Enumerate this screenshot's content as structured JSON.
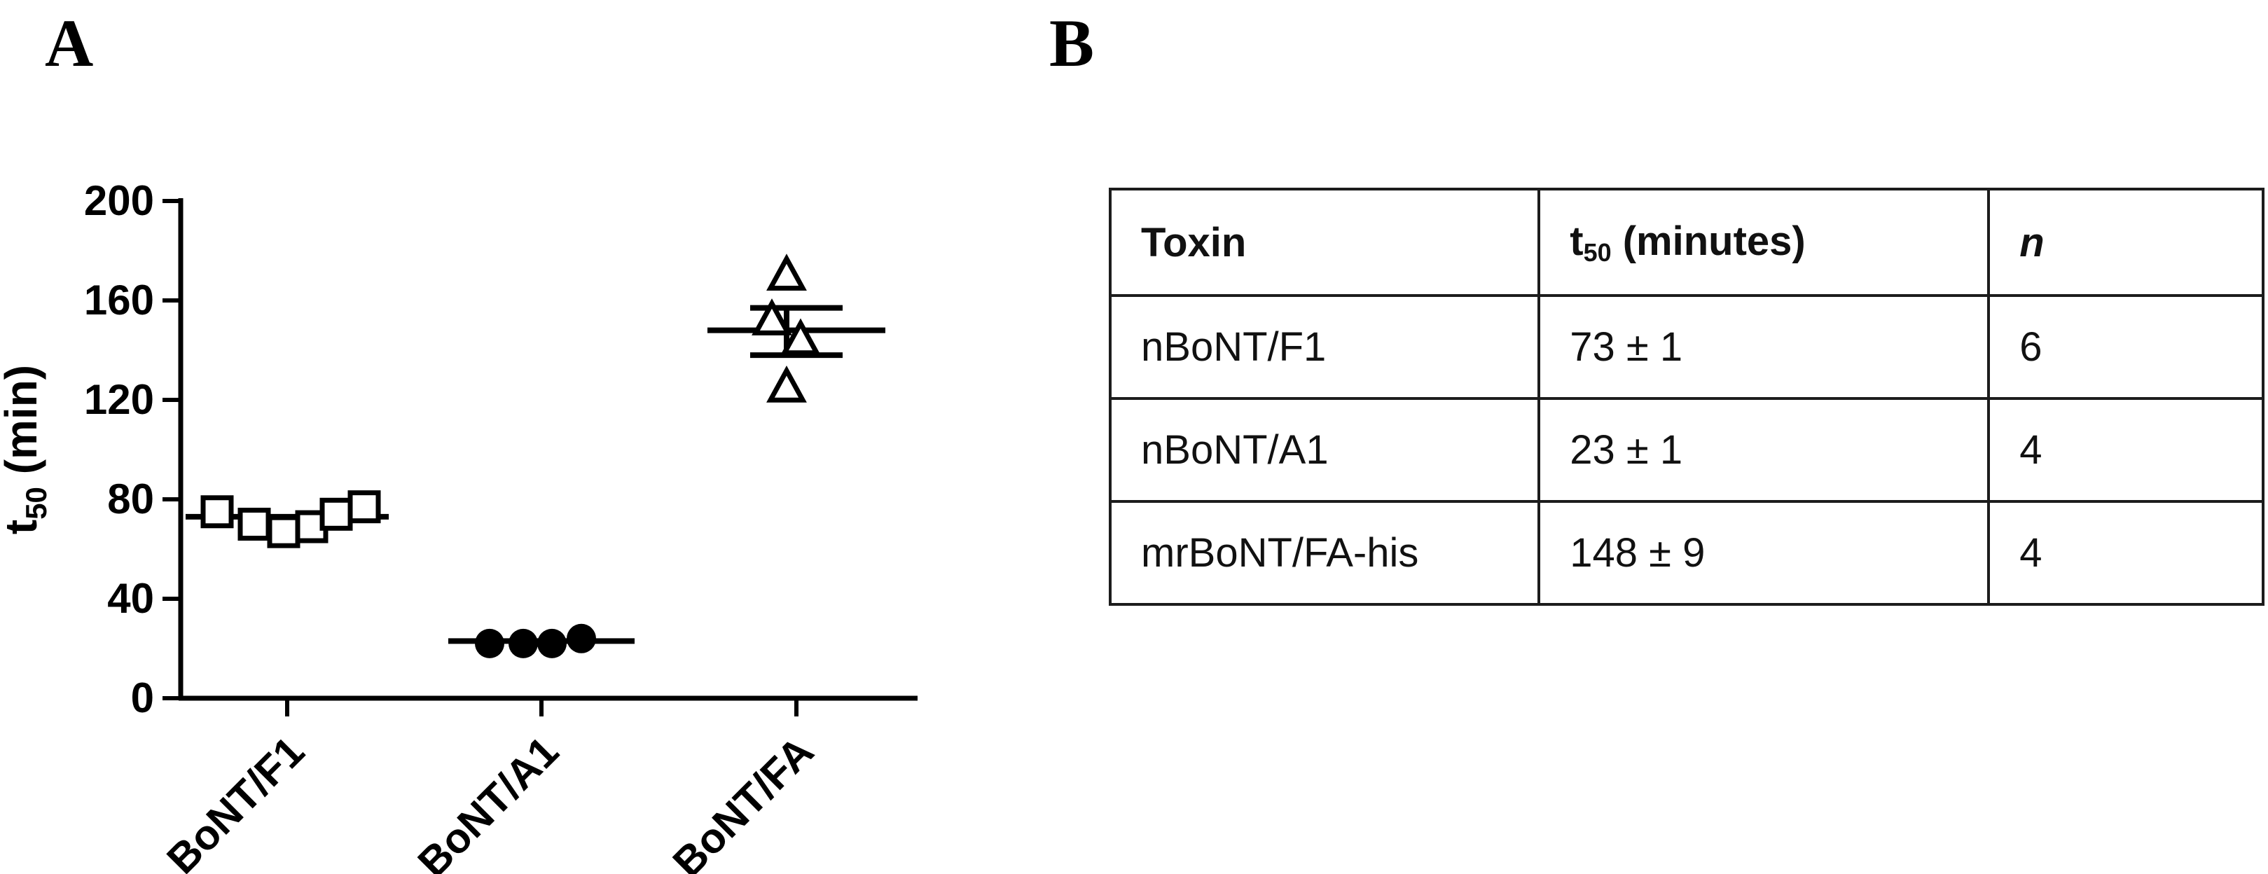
{
  "panels": {
    "a": {
      "label": "A"
    },
    "b": {
      "label": "B"
    }
  },
  "chart_data": {
    "type": "scatter",
    "title": "",
    "xlabel": "",
    "ylabel": {
      "pre": "t",
      "sub": "50",
      "post": " (min)"
    },
    "ylim": [
      0,
      200
    ],
    "yticks": [
      0,
      40,
      80,
      120,
      160,
      200
    ],
    "grid": false,
    "legend": false,
    "categories": [
      "BoNT/F1",
      "BoNT/A1",
      "BoNT/FA"
    ],
    "groups": [
      {
        "category": "BoNT/F1",
        "marker": "open-square",
        "values": [
          75,
          70,
          67,
          69,
          74,
          77
        ],
        "x_offsets": [
          -100,
          -47,
          -5,
          35,
          70,
          110
        ],
        "mean": 73,
        "mean_halfwidth": 145
      },
      {
        "category": "BoNT/A1",
        "marker": "filled-circle",
        "values": [
          22,
          22,
          22,
          24
        ],
        "x_offsets": [
          -74,
          -26,
          15,
          57
        ],
        "mean": 23,
        "mean_halfwidth": 133
      },
      {
        "category": "BoNT/FA",
        "marker": "open-triangle",
        "values": [
          170,
          152,
          144,
          125
        ],
        "x_offsets": [
          -14,
          -35,
          6,
          -14
        ],
        "mean": 148,
        "sem": 9,
        "err_high": 157,
        "err_low": 138,
        "err_x_offset": -14,
        "mean_halfwidth": 127,
        "cap_halfwidth": 66
      }
    ],
    "marker_color": "#000000",
    "axis_color": "#000000"
  },
  "table": {
    "headers": {
      "toxin": "Toxin",
      "t50_pre": "t",
      "t50_sub": "50",
      "t50_post": " (minutes)",
      "n": "n"
    },
    "rows": [
      {
        "toxin": "nBoNT/F1",
        "t50": "73 ± 1",
        "n": "6"
      },
      {
        "toxin": "nBoNT/A1",
        "t50": "23 ± 1",
        "n": "4"
      },
      {
        "toxin": "mrBoNT/FA-his",
        "t50": "148 ± 9",
        "n": "4"
      }
    ]
  }
}
